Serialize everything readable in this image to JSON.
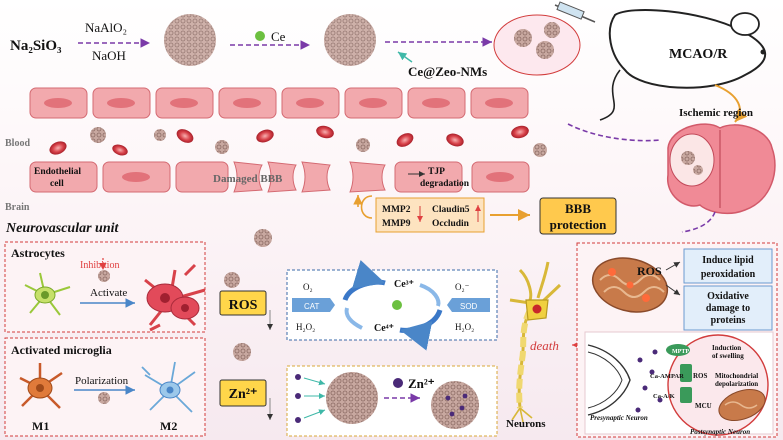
{
  "synthesis": {
    "precursor": "Na₂SiO₃",
    "reagent1": "NaAlO₂",
    "reagent2": "NaOH",
    "dopant": "Ce",
    "product": "Ce@Zeo-NMs"
  },
  "model": {
    "name": "MCAO/R",
    "region": "Ischemic region"
  },
  "vessel": {
    "blood": "Blood",
    "brain": "Brain",
    "endothelial": "Endothelial cell",
    "endothelial_l1": "Endothelial",
    "endothelial_l2": "cell",
    "damaged": "Damaged BBB",
    "tjp_l1": "TJP",
    "tjp_l2": "degradation"
  },
  "markers": {
    "mmp2": "MMP2",
    "mmp9": "MMP9",
    "claudin": "Claudin5",
    "occludin": "Occludin"
  },
  "bbb": {
    "line1": "BBB",
    "line2": "protection"
  },
  "nvu": {
    "title": "Neurovascular unit"
  },
  "astro": {
    "title": "Astrocytes",
    "inhibition": "Inhibition",
    "activate": "Activate"
  },
  "microglia": {
    "title": "Activated microglia",
    "polarization": "Polarization",
    "m1": "M1",
    "m2": "M2"
  },
  "ros": {
    "label": "ROS",
    "o2": "O₂",
    "h2o2": "H₂O₂",
    "o2r": "O₂⁻",
    "h2o2r": "H₂O₂",
    "cat": "CAT",
    "sod": "SOD",
    "ce3": "Ce³⁺",
    "ce4": "Ce⁴⁺"
  },
  "zn": {
    "label": "Zn²⁺",
    "ion": "Zn²⁺"
  },
  "neuron": {
    "death": "death",
    "label": "Neurons"
  },
  "mito": {
    "ros": "ROS",
    "lipid_l1": "Induce lipid",
    "lipid_l2": "peroxidation",
    "ox_l1": "Oxidative",
    "ox_l2": "damage to",
    "ox_l3": "proteins"
  },
  "synapse": {
    "induction_l1": "Induction",
    "induction_l2": "of swelling",
    "mtp": "MPTP",
    "ampar": "Ca-AMPAR",
    "cav": "Ca-A/K",
    "ros": "ROS",
    "mito_l1": "Mitochondrial",
    "mito_l2": "depolarization",
    "mcu": "MCU",
    "pre": "Presynaptic Neuron",
    "post": "Postsynaptic Neuron"
  },
  "colors": {
    "cell": "#f2a9ad",
    "cell_nucleus": "#e2727a",
    "accent_orange": "#ffc94d",
    "ros_box": "#ffd64a",
    "arrow_purple": "#7a3aa8",
    "arrow_red": "#e04040",
    "panel_border": "#d23c3c"
  }
}
